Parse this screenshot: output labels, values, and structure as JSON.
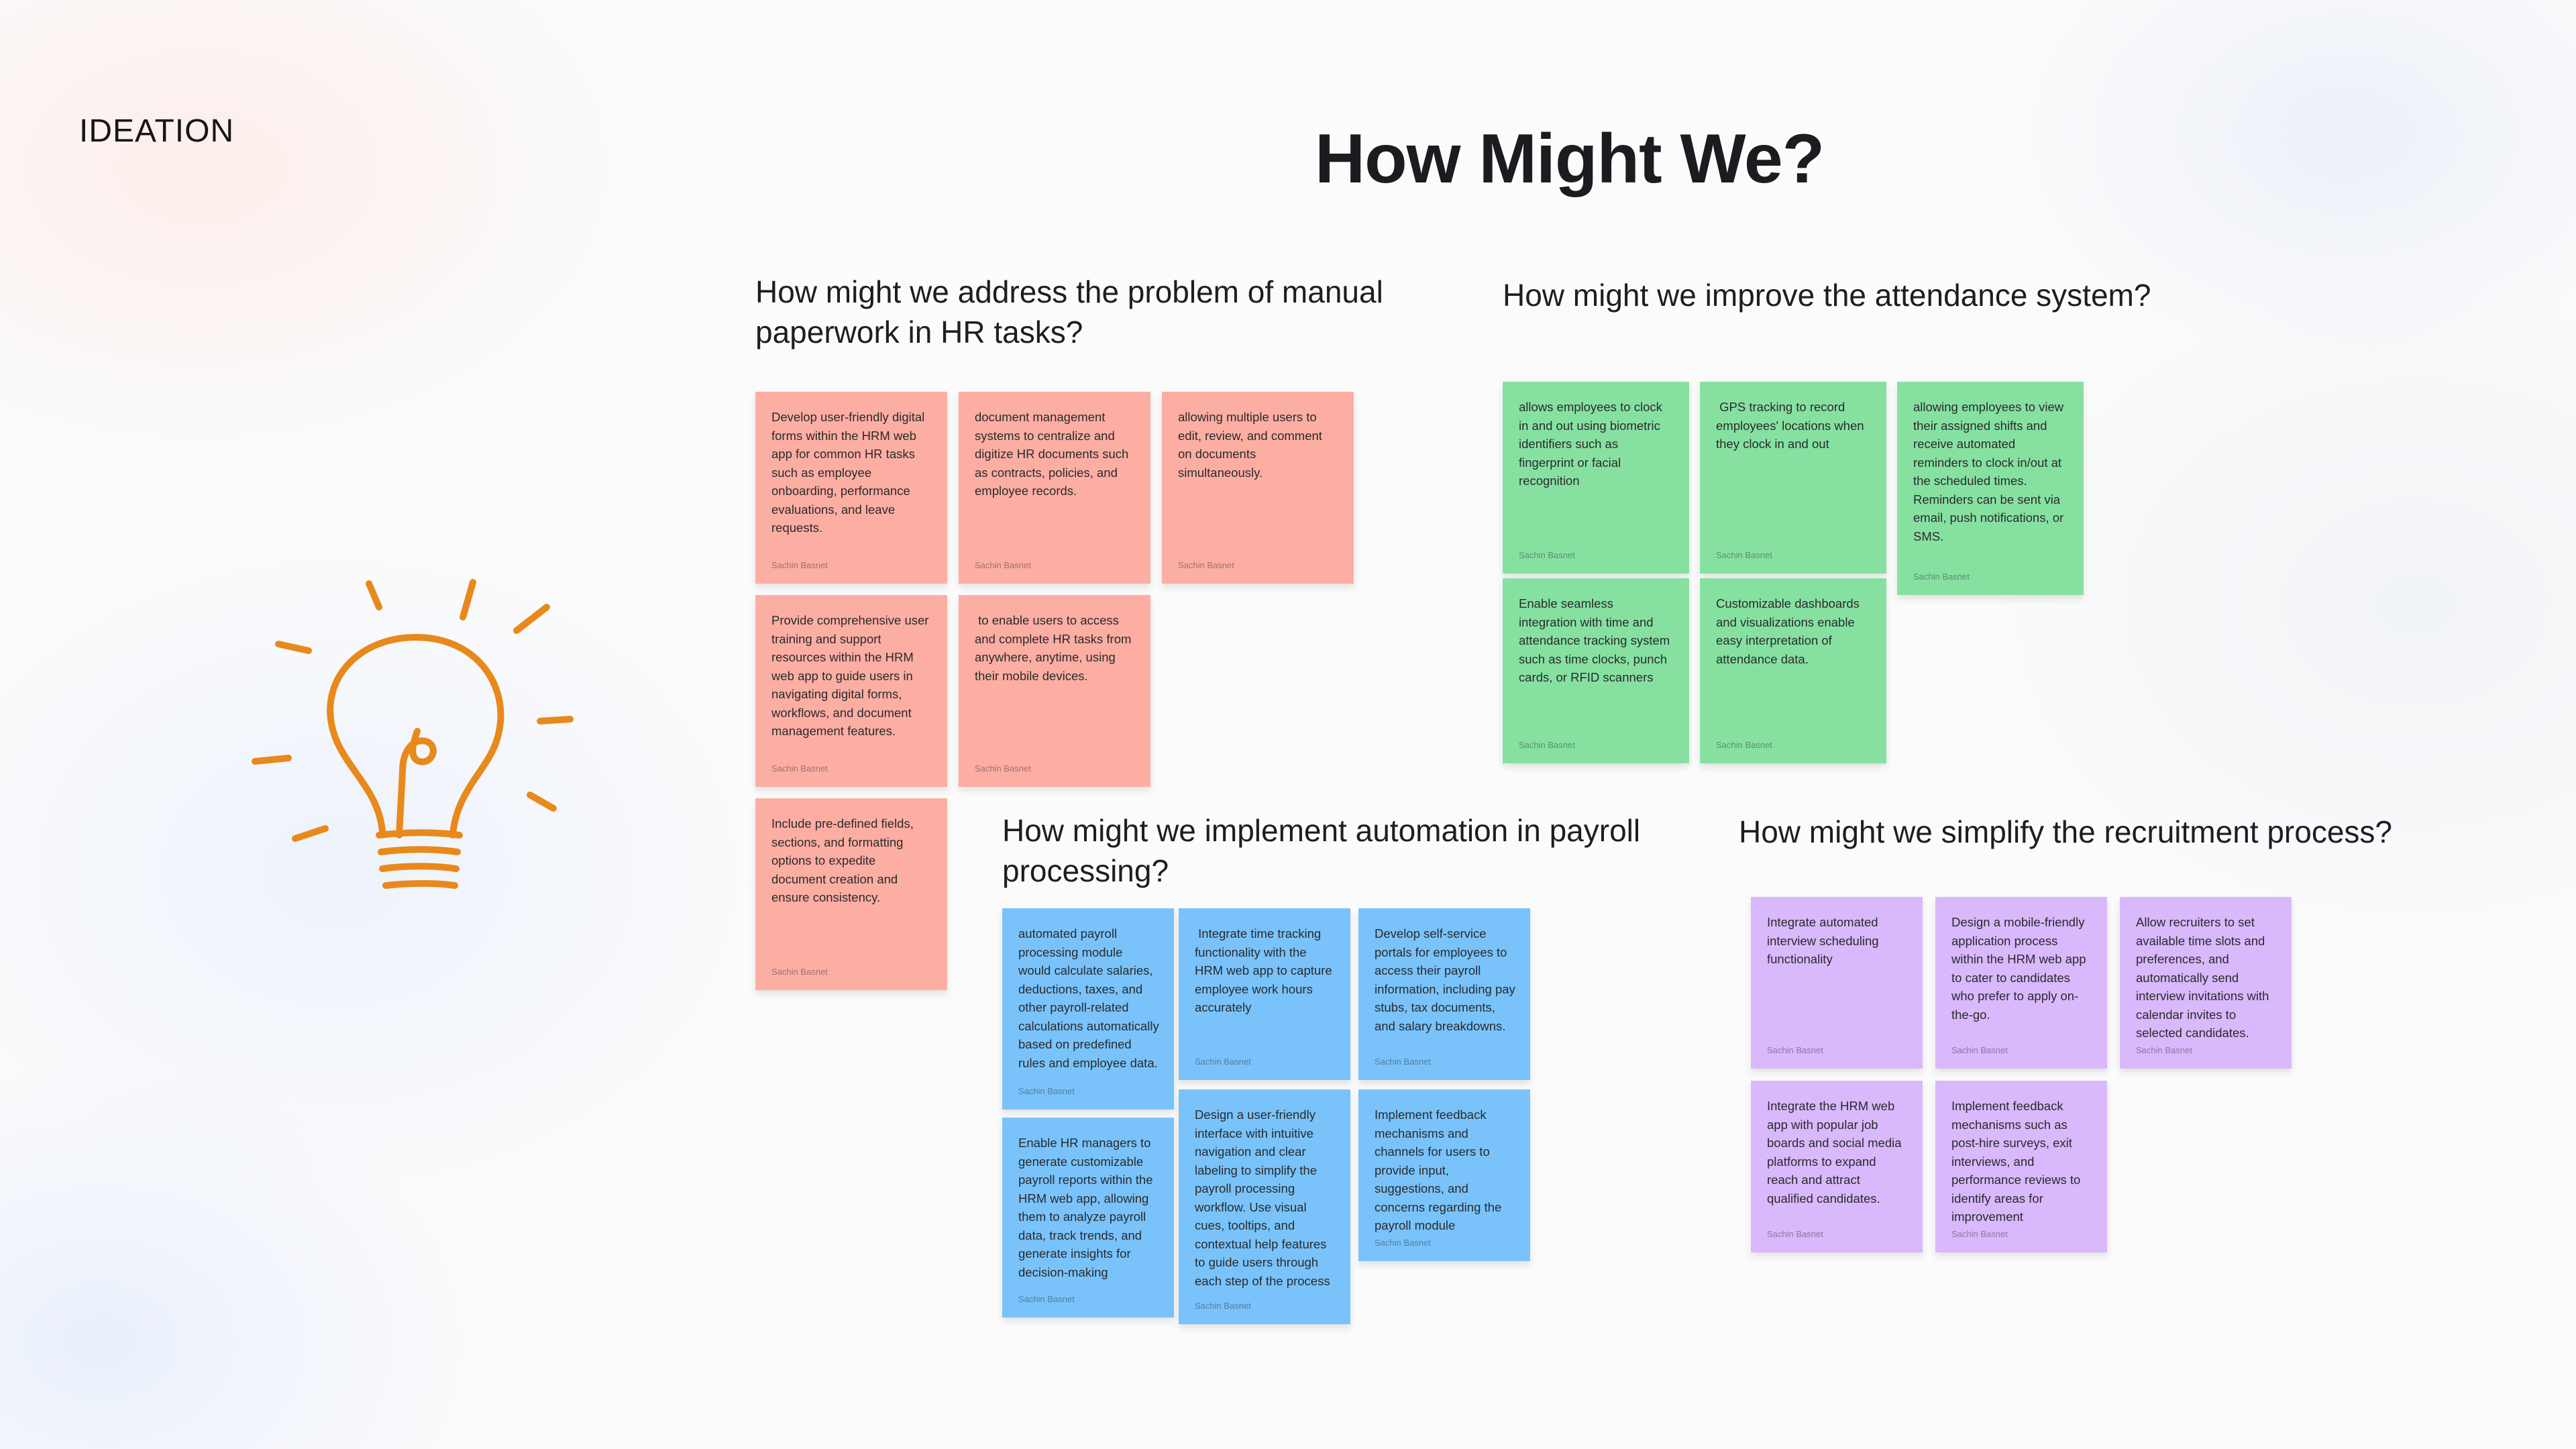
{
  "page": {
    "section_label": "IDEATION",
    "title": "How Might We?"
  },
  "colors": {
    "red_note": "#fdaea3",
    "green_note": "#86e1a1",
    "blue_note": "#79c3fa",
    "purple_note": "#d9b8fb",
    "bulb_orange": "#e8891c"
  },
  "icons": {
    "illustration": "lightbulb-icon"
  },
  "groups": {
    "paperwork": {
      "question": "How might we address the problem of manual paperwork in HR tasks?",
      "notes": [
        {
          "text": "Develop user-friendly digital forms within the HRM web app for common HR tasks such as employee onboarding, performance evaluations, and leave requests.",
          "author": "Sachin Basnet"
        },
        {
          "text": "document management systems to centralize and digitize HR documents such as contracts, policies, and employee records.",
          "author": "Sachin Basnet"
        },
        {
          "text": "allowing multiple users to edit, review, and comment on documents simultaneously.",
          "author": "Sachin Basnet"
        },
        {
          "text": "Provide comprehensive user training and support resources within the HRM web app to guide users in navigating digital forms, workflows, and document management features.",
          "author": "Sachin Basnet"
        },
        {
          "text": " to enable users to access and complete HR tasks from anywhere, anytime, using their mobile devices.",
          "author": "Sachin Basnet"
        },
        {
          "text": "Include pre-defined fields, sections, and formatting options to expedite document creation and ensure consistency.",
          "author": "Sachin Basnet"
        }
      ]
    },
    "attendance": {
      "question": "How might we improve the attendance system?",
      "notes": [
        {
          "text": "allows employees to clock in and out using biometric identifiers such as fingerprint or facial recognition",
          "author": "Sachin Basnet"
        },
        {
          "text": " GPS tracking to record employees' locations when they clock in and out",
          "author": "Sachin Basnet"
        },
        {
          "text": "allowing employees to view their assigned shifts and receive automated reminders to clock in/out at the scheduled times. Reminders can be sent via email, push notifications, or SMS.",
          "author": "Sachin Basnet"
        },
        {
          "text": "Enable seamless integration with time and attendance tracking system  such as time clocks, punch cards, or RFID scanners",
          "author": "Sachin Basnet"
        },
        {
          "text": "Customizable dashboards and visualizations enable easy interpretation of attendance data.",
          "author": "Sachin Basnet"
        }
      ]
    },
    "payroll": {
      "question": "How might we implement automation in  payroll processing?",
      "notes": [
        {
          "text": "automated payroll processing module  would calculate salaries, deductions, taxes, and other payroll-related calculations automatically based on predefined rules and employee data.",
          "author": "Sachin Basnet"
        },
        {
          "text": " Integrate time tracking functionality with the HRM web app to capture employee work hours accurately",
          "author": "Sachin Basnet"
        },
        {
          "text": "Develop self-service portals for employees to access their payroll information, including pay stubs, tax documents, and salary breakdowns.",
          "author": "Sachin Basnet"
        },
        {
          "text": "Enable HR managers to generate customizable payroll reports within the HRM web app, allowing them to analyze payroll data, track trends, and generate insights for decision-making",
          "author": "Sachin Basnet"
        },
        {
          "text": "Design a user-friendly interface with intuitive navigation and clear labeling to simplify the payroll processing workflow. Use visual cues, tooltips, and contextual help features to guide users through each step of the process",
          "author": "Sachin Basnet"
        },
        {
          "text": "Implement feedback mechanisms and channels for users to provide input, suggestions, and concerns regarding the payroll module",
          "author": "Sachin Basnet"
        }
      ]
    },
    "recruitment": {
      "question": "How might we simplify the recruitment process?",
      "notes": [
        {
          "text": "Integrate automated interview scheduling functionality",
          "author": "Sachin Basnet"
        },
        {
          "text": "Design a mobile-friendly application process within the HRM web app to cater to candidates who prefer to apply on-the-go.",
          "author": "Sachin Basnet"
        },
        {
          "text": "Allow recruiters to set available time slots and preferences, and automatically send interview invitations with calendar invites to selected candidates.",
          "author": "Sachin Basnet"
        },
        {
          "text": "Integrate the HRM web app with popular job boards and social media platforms to expand reach and attract qualified candidates.",
          "author": "Sachin Basnet"
        },
        {
          "text": "Implement feedback mechanisms such as post-hire surveys, exit interviews, and performance reviews to identify areas for improvement",
          "author": "Sachin Basnet"
        }
      ]
    }
  }
}
